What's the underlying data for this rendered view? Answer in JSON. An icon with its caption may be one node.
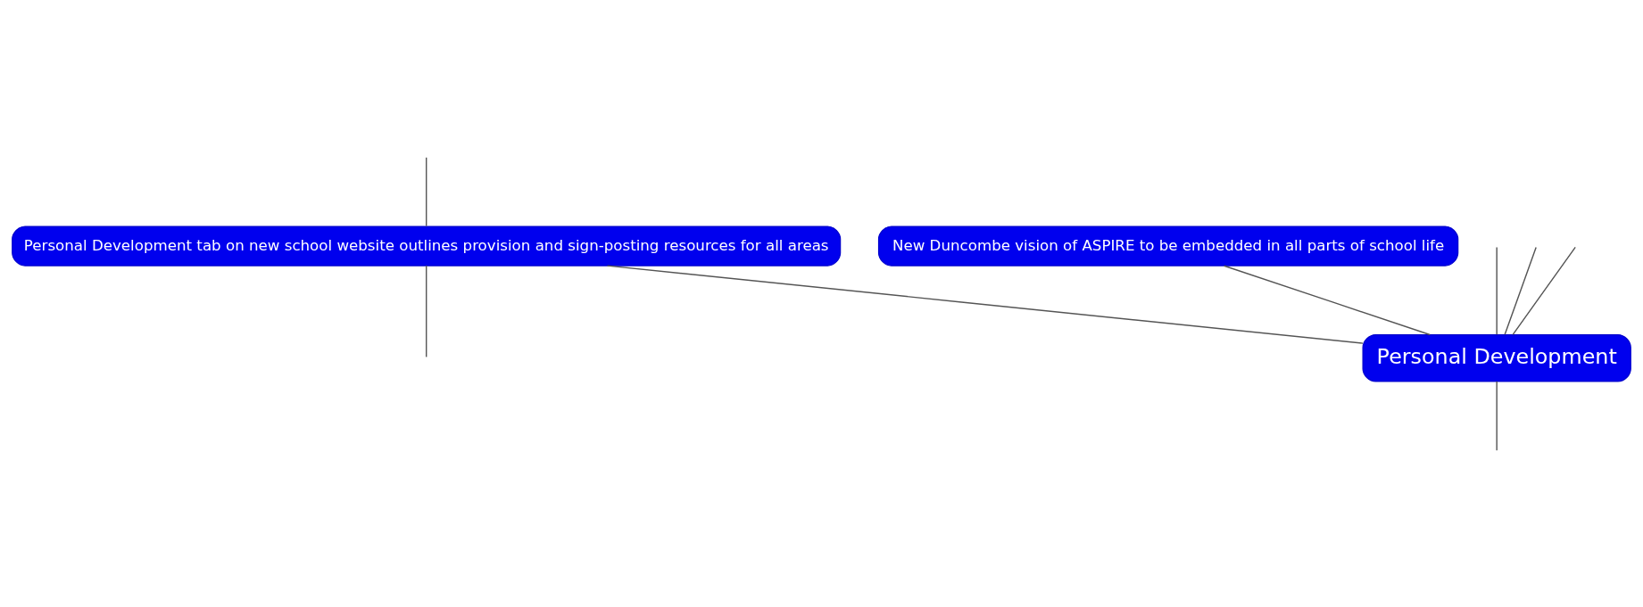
{
  "diagram": {
    "nodes": [
      {
        "text": [
          "New Duncombe vision of ASPIRE to be embedded in all parts of school life"
        ]
      },
      {
        "text": [
          "Personal Development tab on new school website outlines provision and sign-posting resources for all areas"
        ]
      },
      {
        "text": [
          "Personal Development"
        ]
      }
    ],
    "edges": [
      {
        "from": 2,
        "to": 0,
        "arrow": "none"
      },
      {
        "from": 2,
        "to": 1,
        "arrow": "none"
      },
      {
        "from": 2,
        "to": null,
        "arrow": "none"
      },
      {
        "from": 2,
        "to": null,
        "arrow": "none"
      },
      {
        "from": 2,
        "to": null,
        "arrow": "none"
      },
      {
        "from": 2,
        "to": null,
        "arrow": "none"
      },
      {
        "from": 1,
        "to": null,
        "arrow": "none"
      },
      {
        "from": 1,
        "to": null,
        "arrow": "none"
      }
    ]
  }
}
